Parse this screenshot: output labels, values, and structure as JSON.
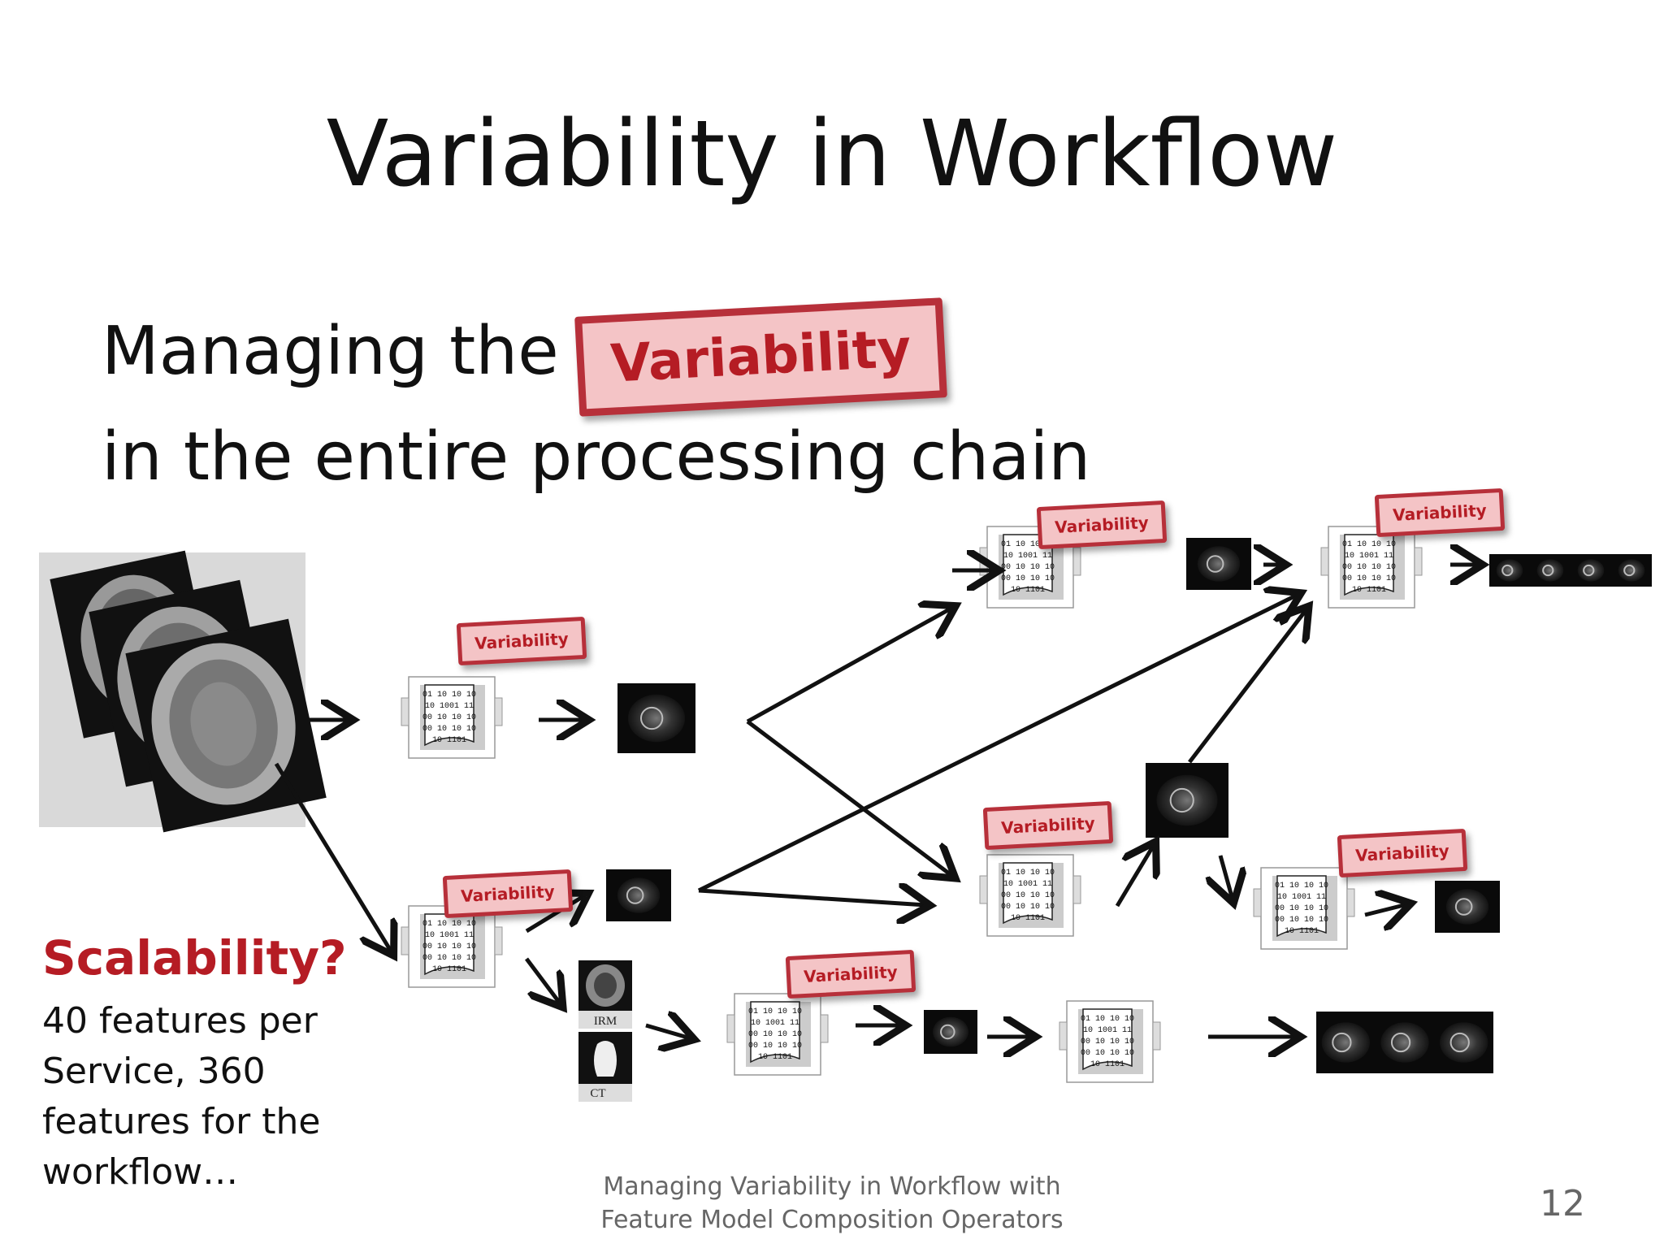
{
  "slide": {
    "title": "Variability in Workflow",
    "line1": "Managing the",
    "line2": "in the entire processing chain",
    "highlight": "Variability",
    "badge_label": "Variability",
    "scalability_title": "Scalability?",
    "scalability_text": "40 features per Service, 360 features for the workflow…",
    "footer_line1": "Managing Variability in Workflow with",
    "footer_line2": "Feature Model Composition Operators",
    "page_number": "12"
  },
  "diagram": {
    "doc_text": [
      "01 10 10 10",
      "10 1001 11",
      "00 10 10 10",
      "00 10 10 10",
      "10 1101"
    ],
    "modality_labels": [
      "IRM",
      "CT"
    ]
  },
  "colors": {
    "accent": "#b51c24",
    "badge_fill": "#f4c4c6",
    "badge_border": "#b7303a",
    "footer": "#666666"
  }
}
